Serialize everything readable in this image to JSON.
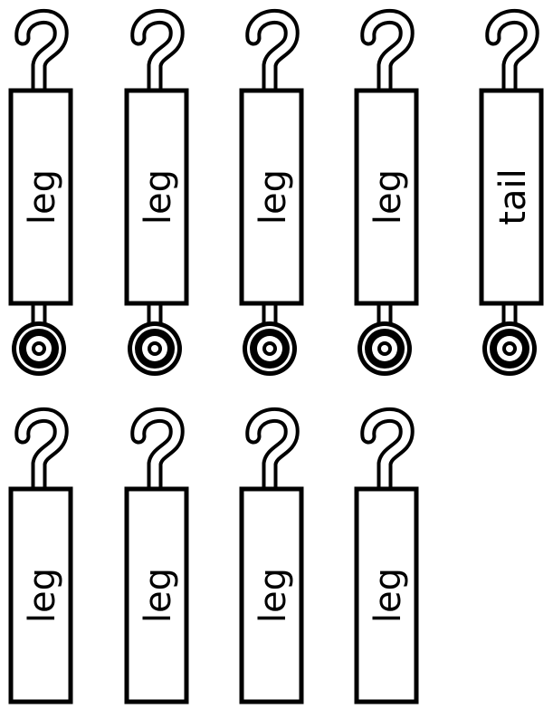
{
  "cards": [
    {
      "label": "leg",
      "has_bottom_loop": true
    },
    {
      "label": "leg",
      "has_bottom_loop": true
    },
    {
      "label": "leg",
      "has_bottom_loop": true
    },
    {
      "label": "leg",
      "has_bottom_loop": true
    },
    {
      "label": "tail",
      "has_bottom_loop": true
    },
    {
      "label": "leg",
      "has_bottom_loop": false
    },
    {
      "label": "leg",
      "has_bottom_loop": false
    },
    {
      "label": "leg",
      "has_bottom_loop": false
    },
    {
      "label": "leg",
      "has_bottom_loop": false
    }
  ],
  "colors": {
    "ink": "#000000",
    "paper": "#ffffff"
  }
}
